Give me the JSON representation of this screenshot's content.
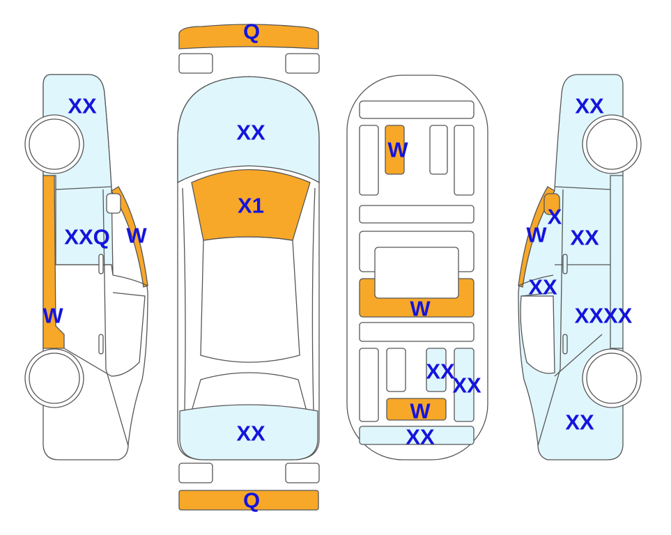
{
  "colors": {
    "damage_light": "#dff6fc",
    "damage_heavy": "#f7a829",
    "label": "#1414dc",
    "outline": "#555555"
  },
  "left_view": {
    "labels": [
      "XX",
      "XXQ",
      "W",
      "W"
    ]
  },
  "top_view": {
    "labels": [
      "Q",
      "XX",
      "X1",
      "XX",
      "Q"
    ]
  },
  "interior_view": {
    "labels": [
      "W",
      "W",
      "XX",
      "XX",
      "W",
      "XX"
    ]
  },
  "right_view": {
    "labels": [
      "XX",
      "X",
      "W",
      "XX",
      "XX",
      "XXXX",
      "XX"
    ]
  }
}
